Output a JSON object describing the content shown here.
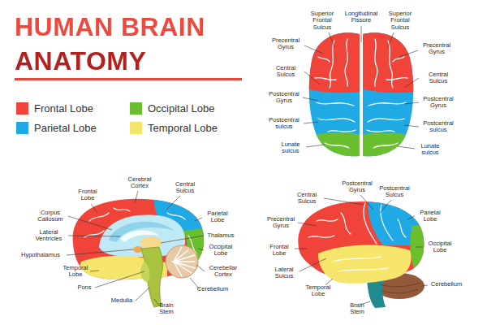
{
  "diagram": {
    "title": "HUMAN BRAIN ANATOMY",
    "labels": [
      "Superior Frontal Sulcus",
      "Longitudinal Fissure",
      "Superior Frontal Sulcus",
      "Precentral Gyrus",
      "Precentral Gyrus",
      "Central Sulcus",
      "Central Sulcus",
      "Postcentral Gyrus",
      "Postcentral Gyrus",
      "Postcentral sulcus",
      "Postcentral sulcus",
      "Lunate sulcus",
      "Lunate sulcus",
      "Frontal Lobe",
      "Cerebral Cortex",
      "Central Sulcus",
      "Parietal Lobe",
      "Corpus Callosum",
      "Lateral Ventricles",
      "Thalamus",
      "Hypothalamus",
      "Occipital Lobe",
      "Temporal Lobe",
      "Cerebellar Cortex",
      "Pons",
      "Cerebellum",
      "Medulla",
      "Brain Stem",
      "Central Sulcus",
      "Postcentral Gyrus",
      "Postcentral Sulcus",
      "Parietal Lobe",
      "Precentral Gyrus",
      "Frontal Lobe",
      "Occipital Lobe",
      "Lateral Sulcus",
      "Temporal Lobe",
      "Cerebellum",
      "Brain Stem"
    ],
    "legend": [
      {
        "text": "Frontal Lobe",
        "color": "#f0443a"
      },
      {
        "text": "Occipital Lobe",
        "color": "#6abf2e"
      },
      {
        "text": "Parietal Lobe",
        "color": "#1faae6"
      },
      {
        "text": "Temporal Lobe",
        "color": "#f5e56b"
      }
    ]
  }
}
